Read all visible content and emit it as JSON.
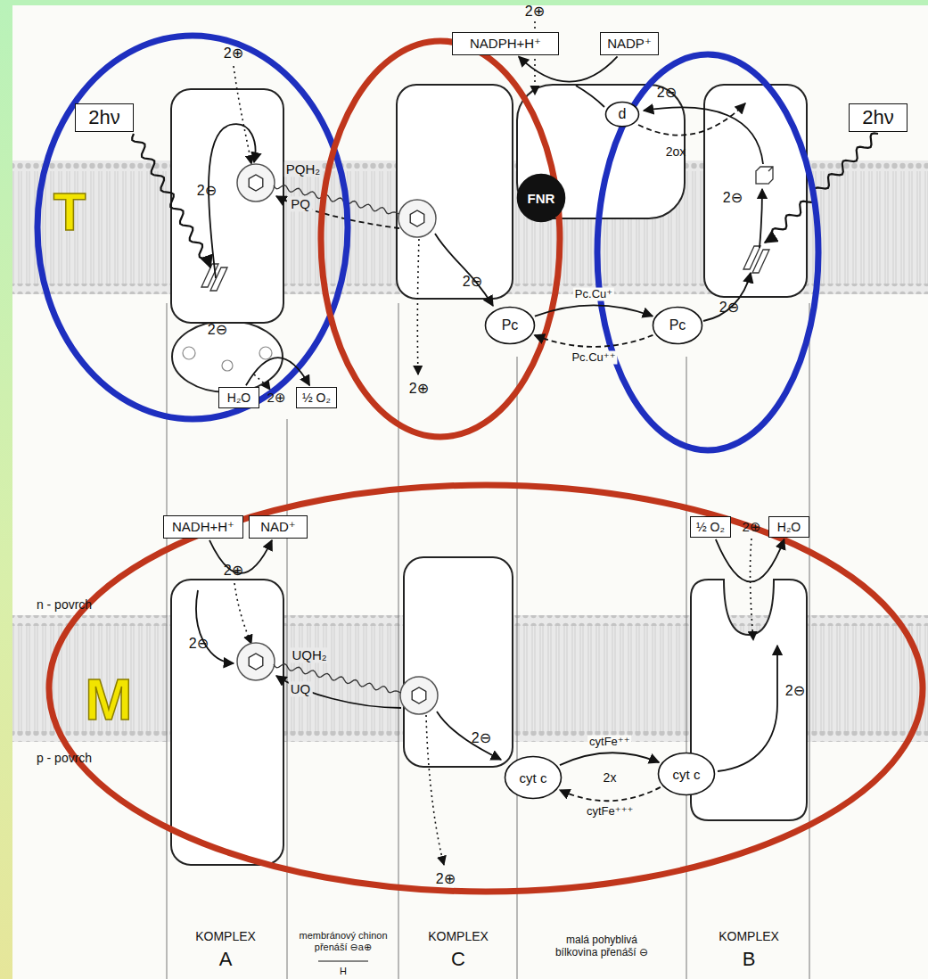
{
  "diagram": {
    "nodes": [
      {
        "text": [
          "2hν"
        ]
      },
      {
        "text": [
          "NADPH+H⁺"
        ]
      },
      {
        "text": [
          "NADP⁺"
        ]
      },
      {
        "text": [
          "2hν"
        ]
      },
      {
        "text": [
          "d"
        ]
      },
      {
        "text": [
          "FNR"
        ]
      },
      {
        "text": [
          "Pc"
        ]
      },
      {
        "text": [
          "Pc"
        ]
      },
      {
        "text": [
          "H₂O"
        ]
      },
      {
        "text": [
          "½ O₂"
        ]
      },
      {
        "text": [
          "NADH+H⁺"
        ]
      },
      {
        "text": [
          "NAD⁺"
        ]
      },
      {
        "text": [
          "½ O₂"
        ]
      },
      {
        "text": [
          "H₂O"
        ]
      },
      {
        "text": [
          "cyt c"
        ]
      },
      {
        "text": [
          "cyt c"
        ]
      }
    ],
    "edges": [
      {
        "from": 2,
        "to": 1,
        "arrow": "to"
      },
      {
        "from": 6,
        "to": 7,
        "label": "Pc.Cu⁺",
        "arrow": "to"
      },
      {
        "from": 7,
        "to": 6,
        "label": "Pc.Cu⁺⁺",
        "arrow": "to"
      },
      {
        "from": 8,
        "to": 9,
        "arrow": "to"
      },
      {
        "from": 10,
        "to": 11,
        "arrow": "to"
      },
      {
        "from": 14,
        "to": 15,
        "label": "cytFe⁺⁺",
        "arrow": "to"
      },
      {
        "from": 15,
        "to": 14,
        "label": "cytFe⁺⁺⁺",
        "arrow": "to"
      },
      {
        "from": 12,
        "to": 13,
        "arrow": "to"
      }
    ],
    "labels": [
      "2⊕",
      "T",
      "2⊕",
      "PQH₂",
      "PQ",
      "2⊖",
      "2⊖",
      "2⊖",
      "2⊕",
      "2⊖",
      "2ox",
      "2⊖",
      "2⊖",
      "2⊕",
      "n - povrch",
      "2⊕",
      "2⊖",
      "UQH₂",
      "UQ",
      "M",
      "p - povrch",
      "2⊖",
      "2x",
      "2⊕",
      "2⊕",
      "2⊖",
      "KOMPLEX",
      "A",
      "membránový chinon přenáší ⊖a⊕",
      "H",
      "KOMPLEX",
      "C",
      "malá pohyblivá bílkovina přenáší ⊖",
      "KOMPLEX",
      "B"
    ]
  }
}
